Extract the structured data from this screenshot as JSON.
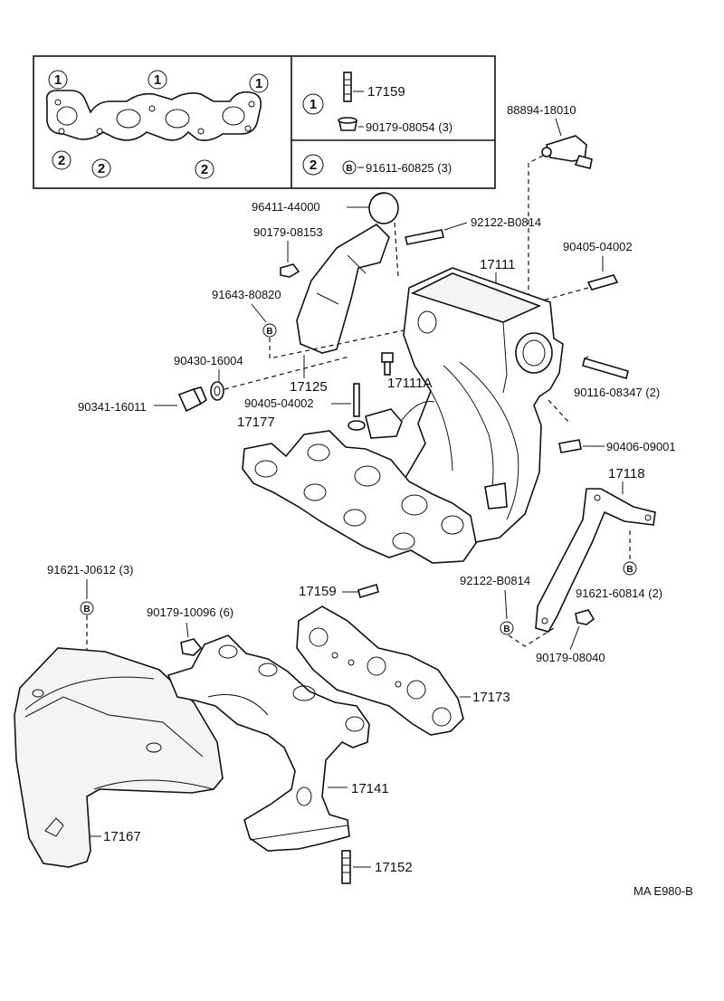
{
  "legend": {
    "ref1": "1",
    "ref2": "2",
    "ref1_part_a": "17159",
    "ref1_part_b": "90179-08054 (3)",
    "ref2_symbol": "B",
    "ref2_part": "91611-60825 (3)"
  },
  "labels": {
    "p88894_18010": "88894-18010",
    "p96411_44000": "96411-44000",
    "p92122_b0814_top": "92122-B0814",
    "p90179_08153": "90179-08153",
    "p90405_04002_right": "90405-04002",
    "p17111": "17111",
    "p91643_80820": "91643-80820",
    "p90430_16004": "90430-16004",
    "p17111a": "17111A",
    "p90116_08347": "90116-08347 (2)",
    "p90341_16011": "90341-16011",
    "p17125": "17125",
    "p90405_04002_mid": "90405-04002",
    "p17177": "17177",
    "p90406_09001": "90406-09001",
    "p17118": "17118",
    "p92122_b0814_bottom": "92122-B0814",
    "p91621_60814": "91621-60814 (2)",
    "p91621_j0612": "91621-J0612 (3)",
    "p17159": "17159",
    "p90179_10096": "90179-10096 (6)",
    "p90179_08040": "90179-08040",
    "p17173": "17173",
    "p17141": "17141",
    "p17167": "17167",
    "p17152": "17152",
    "figure_code": "MA E980-B"
  },
  "symbols": {
    "bolt_b": "B"
  }
}
